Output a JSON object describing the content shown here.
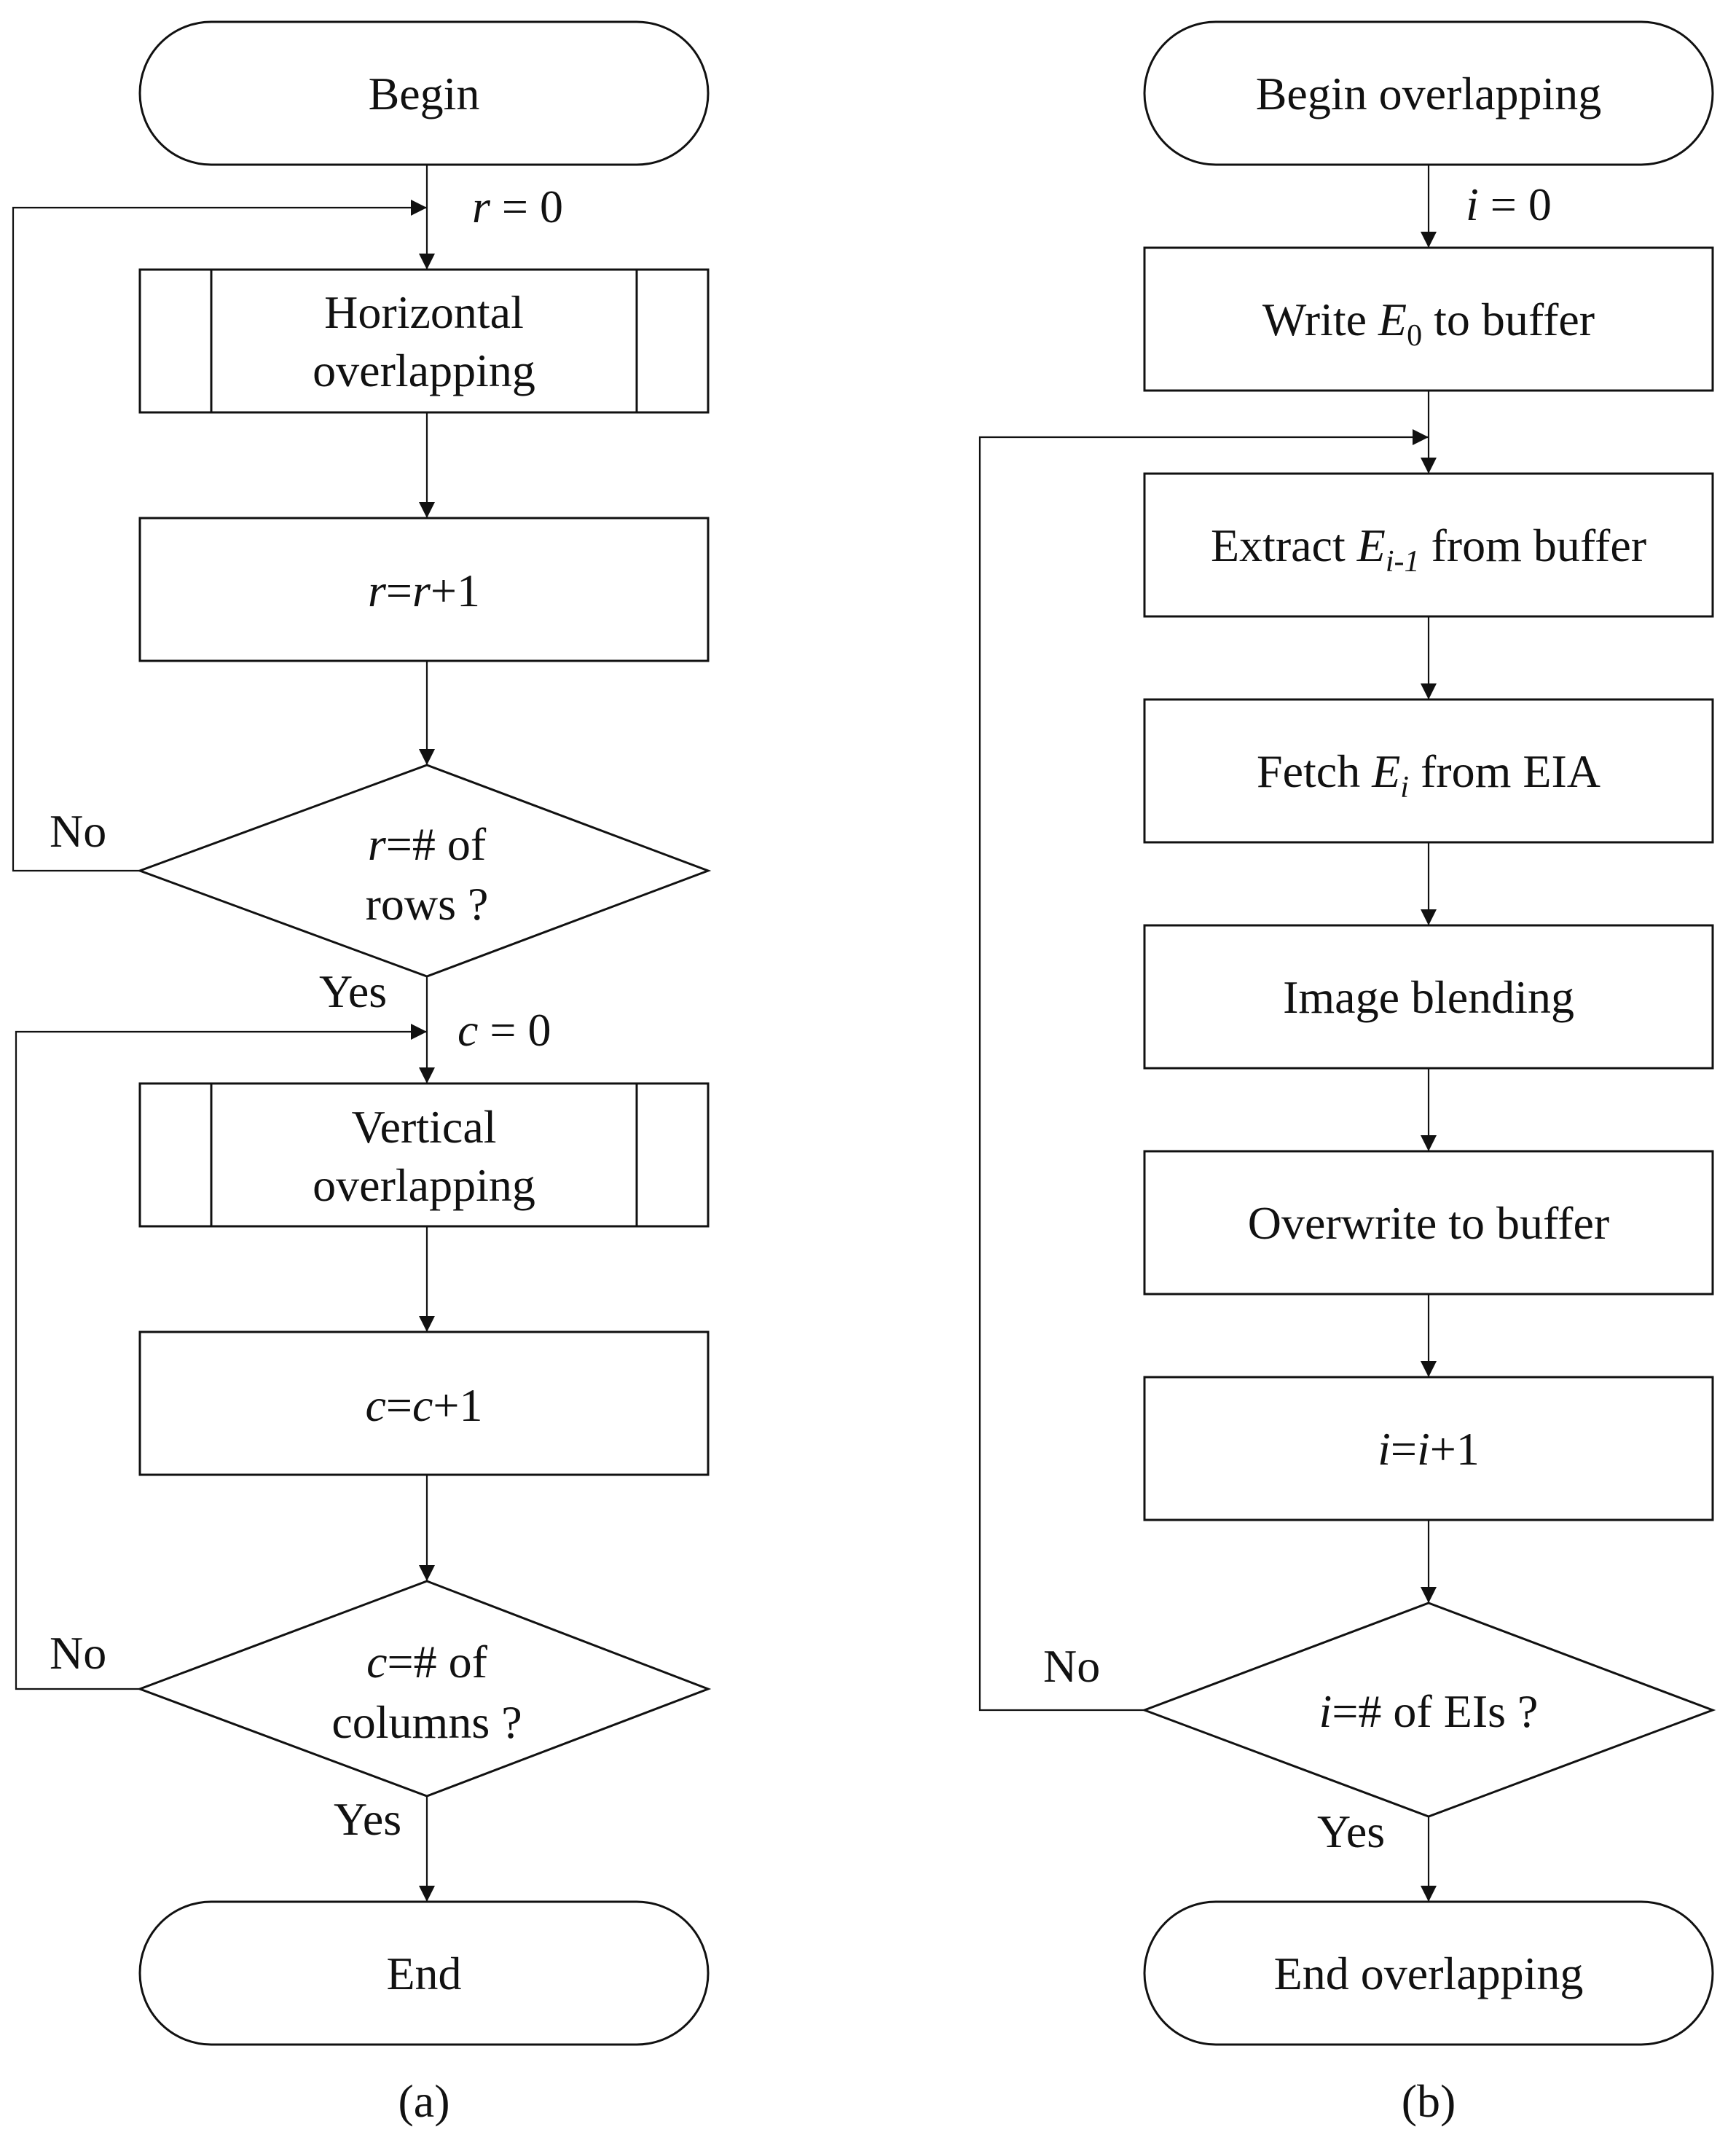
{
  "panel_a": {
    "begin": "Begin",
    "init": {
      "var": "r",
      "rest": " = 0"
    },
    "horizontal": {
      "line1": "Horizontal",
      "line2": "overlapping"
    },
    "r_inc": {
      "a": "r",
      "b": "=",
      "c": "r",
      "d": "+1"
    },
    "rows_cond": {
      "line1_var": "r",
      "line1_rest": "=# of",
      "line2": "rows ?"
    },
    "no1": "No",
    "yes1": "Yes",
    "init2": {
      "var": "c",
      "rest": " = 0"
    },
    "vertical": {
      "line1": "Vertical",
      "line2": "overlapping"
    },
    "c_inc": {
      "a": "c",
      "b": "=",
      "c": "c",
      "d": "+1"
    },
    "cols_cond": {
      "line1_var": "c",
      "line1_rest": "=# of",
      "line2": "columns ?"
    },
    "no2": "No",
    "yes2": "Yes",
    "end": "End",
    "caption": "(a)"
  },
  "panel_b": {
    "begin": "Begin overlapping",
    "init": {
      "var": "i",
      "rest": " = 0"
    },
    "write": {
      "pre": "Write ",
      "var": "E",
      "sub": "0",
      "post": " to buffer"
    },
    "extract": {
      "pre": "Extract ",
      "var": "E",
      "sub": "i-1",
      "post": " from buffer"
    },
    "fetch": {
      "pre": "Fetch ",
      "var": "E",
      "sub": "i",
      "post": " from EIA"
    },
    "blend": "Image blending",
    "overwrite": "Overwrite to buffer",
    "i_inc": {
      "a": "i",
      "b": "=",
      "c": "i",
      "d": "+1"
    },
    "cond": {
      "var": "i",
      "rest": "=# of EIs ?"
    },
    "no": "No",
    "yes": "Yes",
    "end": "End overlapping",
    "caption": "(b)"
  }
}
